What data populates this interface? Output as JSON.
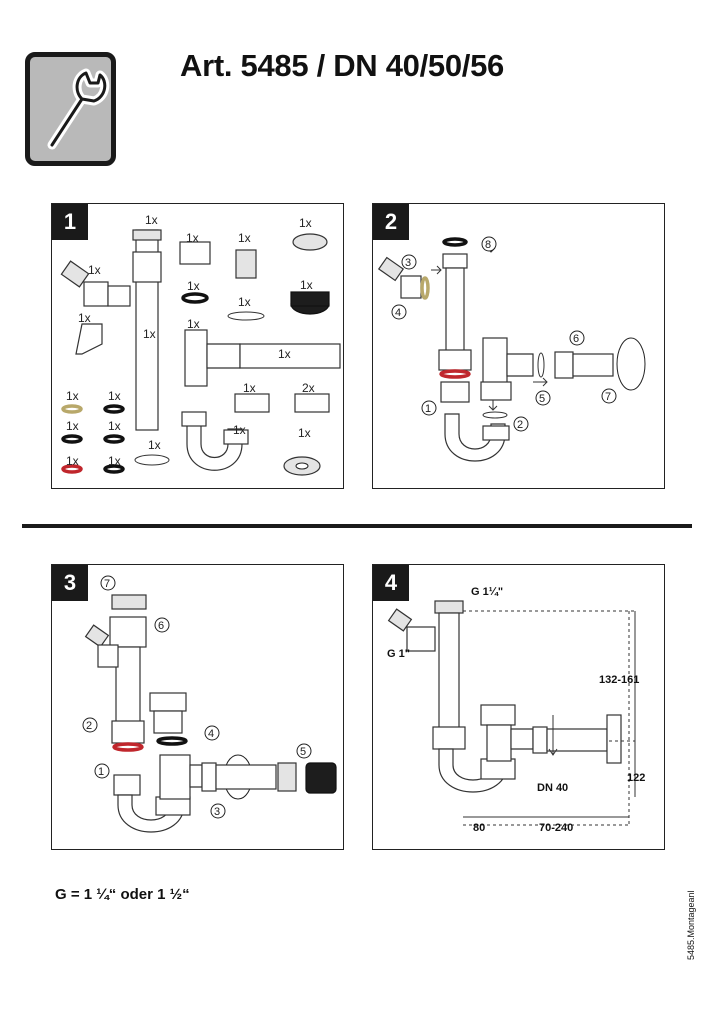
{
  "header": {
    "title": "Art. 5485 / DN 40/50/56",
    "icon": "wrench-icon"
  },
  "panels": [
    {
      "number": "1",
      "quantities": [
        "1x",
        "1x",
        "1x",
        "1x",
        "1x",
        "1x",
        "1x",
        "1x",
        "1x",
        "1x",
        "1x",
        "1x",
        "1x",
        "2x",
        "1x",
        "1x",
        "1x",
        "1x",
        "1x",
        "1x",
        "1x",
        "1x",
        "1x"
      ]
    },
    {
      "number": "2",
      "callouts": [
        "1",
        "2",
        "3",
        "4",
        "5",
        "6",
        "7",
        "8"
      ]
    },
    {
      "number": "3",
      "callouts": [
        "1",
        "2",
        "3",
        "4",
        "5",
        "6",
        "7"
      ]
    },
    {
      "number": "4",
      "labels": {
        "thread_top": "G 1¼\"",
        "thread_side": "G 1\"",
        "height_range": "132-161",
        "height_low": "122",
        "dn": "DN 40",
        "width_80": "80",
        "width_range": "70-240"
      }
    }
  ],
  "footer": {
    "formula": "G = 1 ¼“ oder 1 ½“",
    "side_note": "5485.Montageanl"
  }
}
